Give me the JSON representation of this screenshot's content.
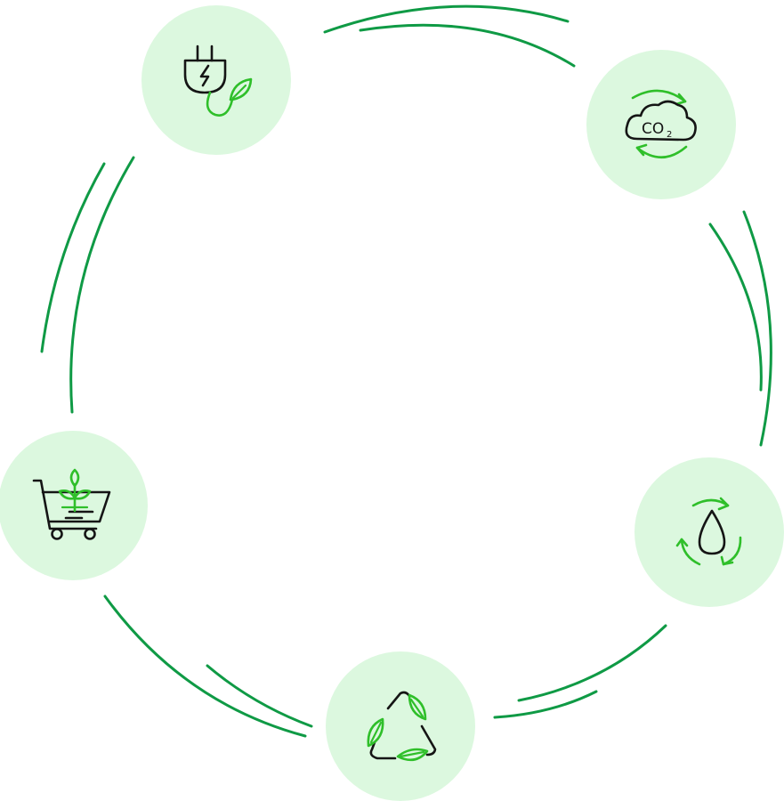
{
  "colors": {
    "arc": "#0f9a45",
    "node_fill": "#dcf8df",
    "icon_green": "#2fbf2a",
    "icon_dark": "#151515"
  },
  "nodes": [
    {
      "id": "plug",
      "icon": "eco-plug-leaf-icon"
    },
    {
      "id": "co2",
      "icon": "co2-cloud-cycle-icon",
      "text": "CO",
      "subscript": "2"
    },
    {
      "id": "water",
      "icon": "water-drop-recycle-icon"
    },
    {
      "id": "recycle",
      "icon": "leaf-recycle-triangle-icon"
    },
    {
      "id": "cart",
      "icon": "green-shopping-cart-icon"
    }
  ]
}
